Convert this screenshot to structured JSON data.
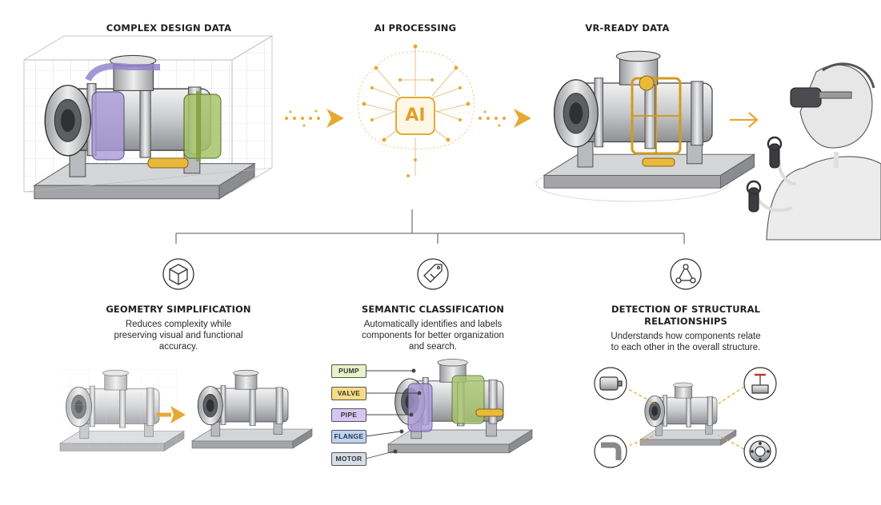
{
  "stages": [
    {
      "title": "COMPLEX DESIGN DATA"
    },
    {
      "title": "AI PROCESSING"
    },
    {
      "title": "VR-READY DATA"
    }
  ],
  "ai_badge": "AI",
  "features": [
    {
      "title_lines": [
        "GEOMETRY SIMPLIFICATION"
      ],
      "desc_lines": [
        "Reduces complexity while",
        "preserving visual and functional",
        "accuracy."
      ],
      "icon": "cube-icon"
    },
    {
      "title_lines": [
        "SEMANTIC CLASSIFICATION"
      ],
      "desc_lines": [
        "Automatically identifies and labels",
        "components for better organization",
        "and search."
      ],
      "icon": "tag-icon"
    },
    {
      "title_lines": [
        "DETECTION OF STRUCTURAL",
        "RELATIONSHIPS"
      ],
      "desc_lines": [
        "Understands how components relate",
        "to each other in the overall structure."
      ],
      "icon": "network-icon"
    }
  ],
  "component_labels": [
    {
      "text": "PUMP",
      "color": "#e6f2c7"
    },
    {
      "text": "VALVE",
      "color": "#f7dc86"
    },
    {
      "text": "PIPE",
      "color": "#d6c6f2"
    },
    {
      "text": "FLANGE",
      "color": "#bcd3f5"
    },
    {
      "text": "MOTOR",
      "color": "#d7deea"
    }
  ],
  "colors": {
    "accent": "#e6a933",
    "purple": "#8f80c9",
    "green": "#8fb04e",
    "line": "#555555"
  }
}
